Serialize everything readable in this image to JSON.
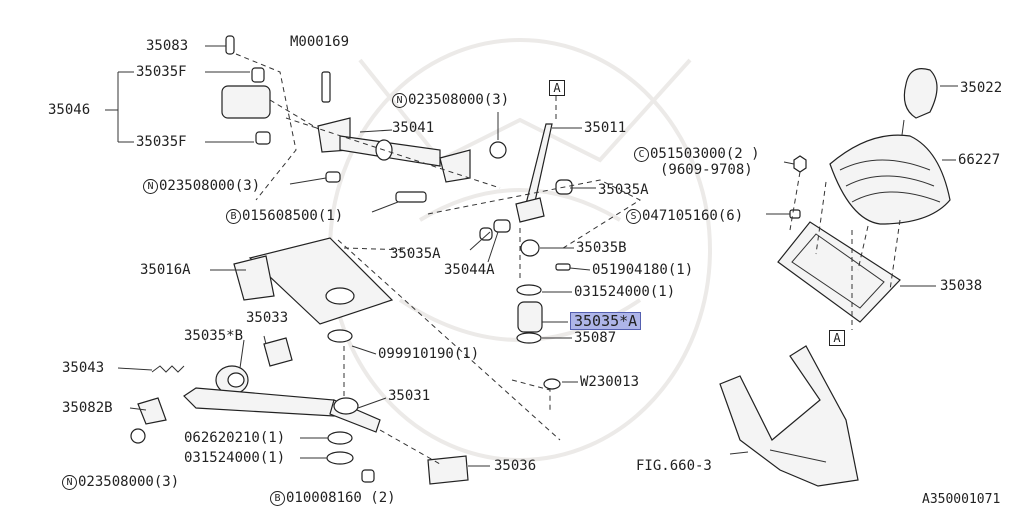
{
  "diagram_code": "A350001071",
  "figure_ref": "FIG.660-3",
  "highlight_label": "35035*A",
  "callout_tags": [
    "A",
    "A"
  ],
  "labels": {
    "l35083": "35083",
    "l35035f_top": "35035F",
    "l35046": "35046",
    "l35035f_bot": "35035F",
    "n023508000_left": "023508000(3)",
    "m000169": "M000169",
    "n023508000_top": "023508000(3)",
    "l35041": "35041",
    "b015608500": "015608500(1)",
    "l35011": "35011",
    "l35035a_right": "35035A",
    "l35035a_left": "35035A",
    "l35044a": "35044A",
    "l35035b": "35035B",
    "l051904180": "051904180(1)",
    "l031524000_mid": "031524000(1)",
    "l35087": "35087",
    "l35016a": "35016A",
    "l35033": "35033",
    "l35035b_star": "35035*B",
    "l099910190": "099910190(1)",
    "l35043": "35043",
    "l35031": "35031",
    "l35082b": "35082B",
    "l062620210": "062620210(1)",
    "l031524000_bot": "031524000(1)",
    "n023508000_bot": "023508000(3)",
    "l35036": "35036",
    "b010008160": "010008160 (2)",
    "w230013": "W230013",
    "l35022": "35022",
    "c051503000": "051503000(2 )",
    "c_range": "(9609-9708)",
    "l66227": "66227",
    "s047105160": "047105160(6)",
    "l35038": "35038"
  },
  "symbols": {
    "N": "N",
    "B": "B",
    "C": "C",
    "S": "S"
  }
}
